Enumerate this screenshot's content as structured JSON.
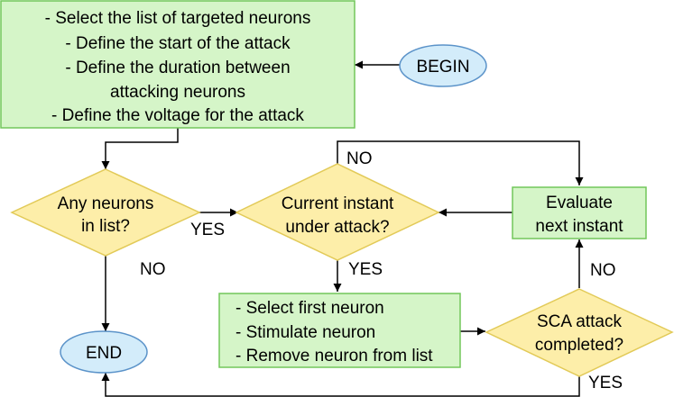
{
  "nodes": {
    "setup": {
      "lines": [
        "- Select the list of targeted neurons",
        "- Define the start of the attack",
        "- Define the duration between",
        "attacking neurons",
        "- Define the voltage for the attack"
      ]
    },
    "begin": {
      "label": "BEGIN"
    },
    "end": {
      "label": "END"
    },
    "any_neurons": {
      "lines": [
        "Any neurons",
        "in list?"
      ]
    },
    "current_instant": {
      "lines": [
        "Current instant",
        "under attack?"
      ]
    },
    "evaluate": {
      "lines": [
        "Evaluate",
        "next instant"
      ]
    },
    "stimulate": {
      "lines": [
        "- Select first neuron",
        "- Stimulate neuron",
        "- Remove neuron from list"
      ]
    },
    "sca": {
      "lines": [
        "SCA attack",
        "completed?"
      ]
    }
  },
  "edge_labels": {
    "any_yes": "YES",
    "any_no": "NO",
    "current_no": "NO",
    "current_yes": "YES",
    "sca_no": "NO",
    "sca_yes": "YES"
  },
  "colors": {
    "process_fill": "#d5f5c8",
    "process_stroke": "#72c75a",
    "decision_fill": "#fdeea9",
    "decision_stroke": "#e2ca58",
    "terminal_fill": "#d3ecfa",
    "terminal_stroke": "#5b93c9"
  }
}
